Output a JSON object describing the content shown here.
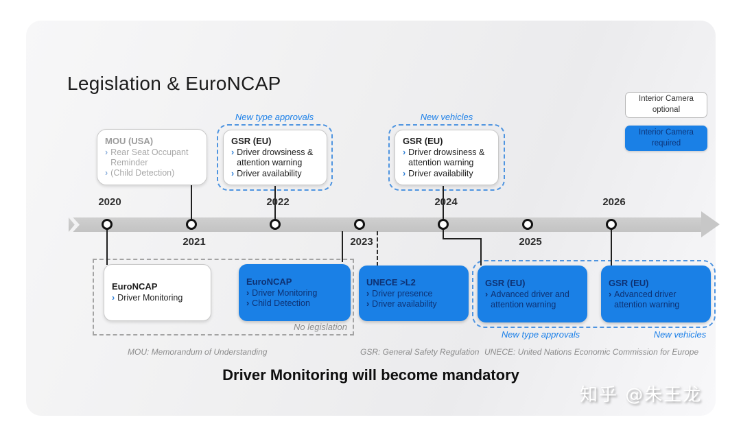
{
  "title": "Legislation & EuroNCAP",
  "glyphs": {
    "bullet": "›"
  },
  "legend": {
    "optional": "Interior Camera optional",
    "required": "Interior Camera required"
  },
  "timeline": {
    "years": [
      "2020",
      "2021",
      "2022",
      "2023",
      "2024",
      "2025",
      "2026"
    ]
  },
  "top_row": {
    "mou": {
      "title": "MOU (USA)",
      "items": [
        "Rear Seat Occupant Reminder",
        "(Child Detection)"
      ]
    },
    "gsr_2022": {
      "group_label": "New type approvals",
      "title": "GSR (EU)",
      "items": [
        "Driver drowsiness & attention warning",
        "Driver availability"
      ]
    },
    "gsr_2024": {
      "group_label": "New vehicles",
      "title": "GSR (EU)",
      "items": [
        "Driver drowsiness & attention warning",
        "Driver availability"
      ]
    }
  },
  "bottom_row": {
    "no_legislation": {
      "label": "No legislation",
      "euroncap_2020": {
        "title": "EuroNCAP",
        "items": [
          "Driver Monitoring"
        ]
      },
      "euroncap_2022": {
        "title": "EuroNCAP",
        "items": [
          "Driver Monitoring",
          "Child Detection"
        ]
      }
    },
    "unece": {
      "title": "UNECE >L2",
      "items": [
        "Driver presence",
        "Driver availability"
      ]
    },
    "gsr_group": {
      "label_left": "New type approvals",
      "label_right": "New vehicles",
      "gsr_2024": {
        "title": "GSR (EU)",
        "items": [
          "Advanced driver and attention warning"
        ]
      },
      "gsr_2026": {
        "title": "GSR (EU)",
        "items": [
          "Advanced driver attention warning"
        ]
      }
    }
  },
  "footnotes": {
    "mou": "MOU: Memorandum of Understanding",
    "gsr": "GSR: General Safety Regulation",
    "unece": "UNECE: United Nations Economic Commission for Europe"
  },
  "headline": "Driver Monitoring will become mandatory",
  "watermark": "知乎 @朱王龙",
  "colors": {
    "accent_blue": "#1a80e6",
    "navy_text": "#0d3173",
    "dashed_blue": "#4e94e0",
    "label_blue": "#1a7fe8",
    "band_gray": "#c7c7c7"
  }
}
